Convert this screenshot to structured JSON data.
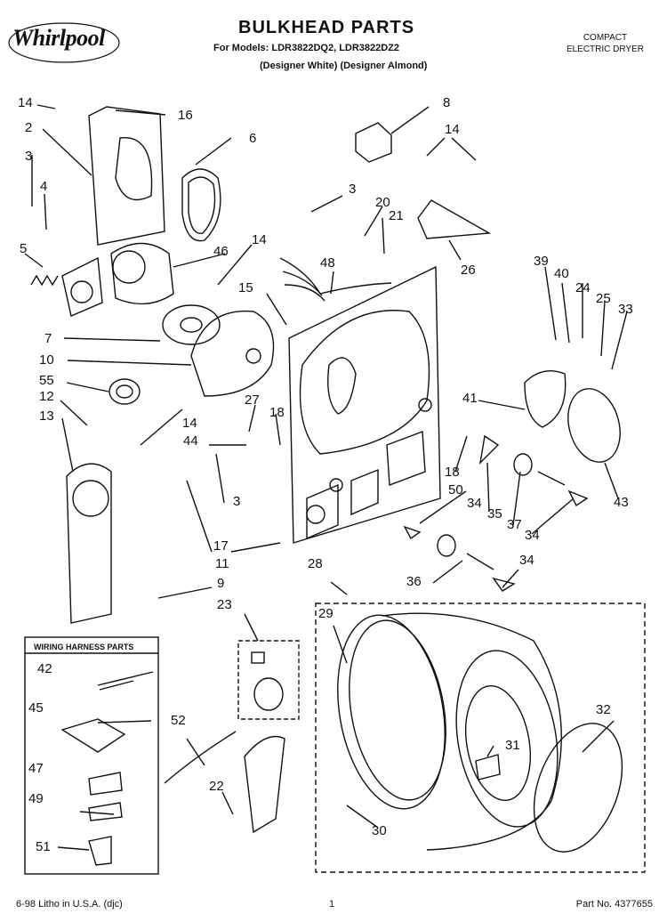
{
  "header": {
    "brand": "Whirlpool",
    "title": "BULKHEAD PARTS",
    "models": "For Models: LDR3822DQ2, LDR3822DZ2",
    "variants": "(Designer White)   (Designer Almond)",
    "category_line1": "COMPACT",
    "category_line2": "ELECTRIC DRYER"
  },
  "legend": {
    "title": "WIRING HARNESS PARTS"
  },
  "callouts": [
    {
      "id": "c14a",
      "text": "14"
    },
    {
      "id": "c16",
      "text": "16"
    },
    {
      "id": "c2",
      "text": "2"
    },
    {
      "id": "c3a",
      "text": "3"
    },
    {
      "id": "c4",
      "text": "4"
    },
    {
      "id": "c5",
      "text": "5"
    },
    {
      "id": "c6",
      "text": "6"
    },
    {
      "id": "c46",
      "text": "46"
    },
    {
      "id": "c14b",
      "text": "14"
    },
    {
      "id": "c8",
      "text": "8"
    },
    {
      "id": "c14c",
      "text": "14"
    },
    {
      "id": "c3b",
      "text": "3"
    },
    {
      "id": "c20",
      "text": "20"
    },
    {
      "id": "c21",
      "text": "21"
    },
    {
      "id": "c48",
      "text": "48"
    },
    {
      "id": "c26",
      "text": "26"
    },
    {
      "id": "c39",
      "text": "39"
    },
    {
      "id": "c40",
      "text": "40"
    },
    {
      "id": "c24",
      "text": "24"
    },
    {
      "id": "c25",
      "text": "25"
    },
    {
      "id": "c33",
      "text": "33"
    },
    {
      "id": "c15",
      "text": "15"
    },
    {
      "id": "c7",
      "text": "7"
    },
    {
      "id": "c10",
      "text": "10"
    },
    {
      "id": "c55",
      "text": "55"
    },
    {
      "id": "c12",
      "text": "12"
    },
    {
      "id": "c13",
      "text": "13"
    },
    {
      "id": "c14d",
      "text": "14"
    },
    {
      "id": "c27",
      "text": "27"
    },
    {
      "id": "c18a",
      "text": "18"
    },
    {
      "id": "c44",
      "text": "44"
    },
    {
      "id": "c41",
      "text": "41"
    },
    {
      "id": "c43",
      "text": "43"
    },
    {
      "id": "c18b",
      "text": "18"
    },
    {
      "id": "c50",
      "text": "50"
    },
    {
      "id": "c34a",
      "text": "34"
    },
    {
      "id": "c35",
      "text": "35"
    },
    {
      "id": "c37",
      "text": "37"
    },
    {
      "id": "c34b",
      "text": "34"
    },
    {
      "id": "c3c",
      "text": "3"
    },
    {
      "id": "c17",
      "text": "17"
    },
    {
      "id": "c11",
      "text": "11"
    },
    {
      "id": "c9",
      "text": "9"
    },
    {
      "id": "c28",
      "text": "28"
    },
    {
      "id": "c36",
      "text": "36"
    },
    {
      "id": "c34c",
      "text": "34"
    },
    {
      "id": "c23",
      "text": "23"
    },
    {
      "id": "c29",
      "text": "29"
    },
    {
      "id": "c42",
      "text": "42"
    },
    {
      "id": "c45",
      "text": "45"
    },
    {
      "id": "c52",
      "text": "52"
    },
    {
      "id": "c32",
      "text": "32"
    },
    {
      "id": "c31",
      "text": "31"
    },
    {
      "id": "c47",
      "text": "47"
    },
    {
      "id": "c22",
      "text": "22"
    },
    {
      "id": "c49",
      "text": "49"
    },
    {
      "id": "c30",
      "text": "30"
    },
    {
      "id": "c51",
      "text": "51"
    }
  ],
  "footer": {
    "left": "6-98 Litho in U.S.A. (djc)",
    "center": "1",
    "right": "Part No. 4377655"
  }
}
